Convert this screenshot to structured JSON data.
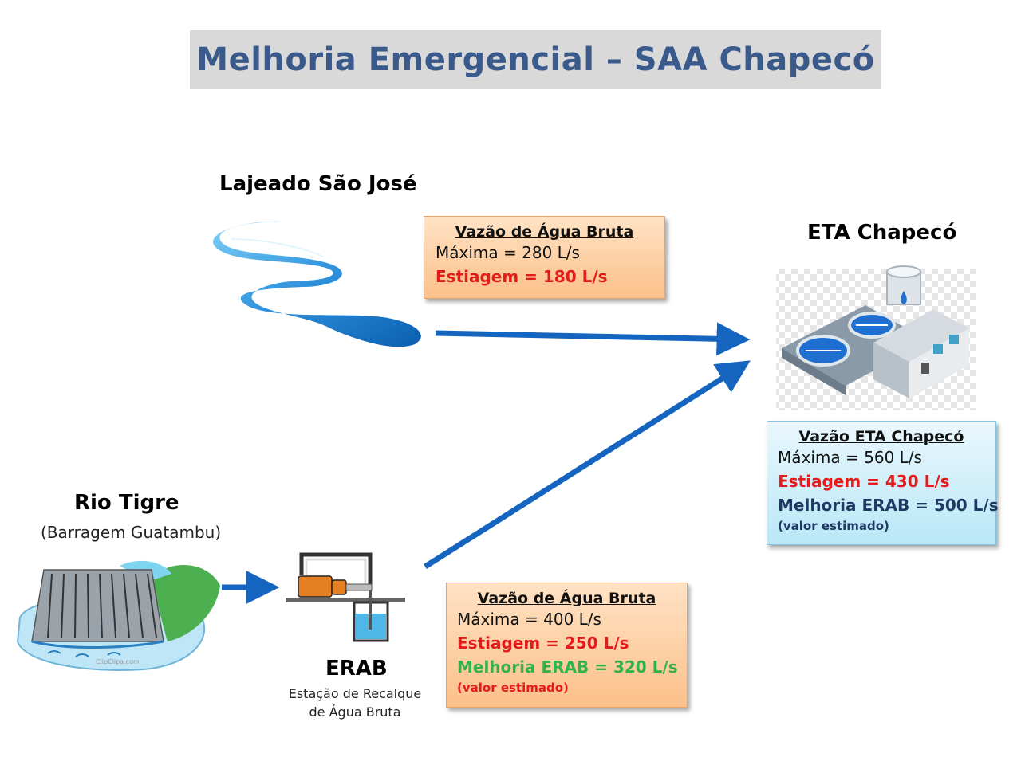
{
  "title": "Melhoria Emergencial – SAA Chapecó",
  "lajeado": {
    "name": "Lajeado São José"
  },
  "eta": {
    "name": "ETA Chapecó"
  },
  "rio": {
    "name": "Rio Tigre",
    "subtitle": "(Barragem Guatambu)"
  },
  "erab": {
    "name": "ERAB",
    "desc_line1": "Estação de Recalque",
    "desc_line2": "de Água Bruta"
  },
  "box_lajeado": {
    "title": "Vazão de Água Bruta",
    "maxima": "Máxima = 280 L/s",
    "estiagem": "Estiagem = 180 L/s"
  },
  "box_eta": {
    "title": "Vazão ETA Chapecó",
    "maxima": "Máxima = 560 L/s",
    "estiagem": "Estiagem = 430 L/s",
    "melhoria": "Melhoria ERAB =  500 L/s",
    "note": "(valor estimado)"
  },
  "box_rio": {
    "title": "Vazão de Água Bruta",
    "maxima": "Máxima = 400 L/s",
    "estiagem": "Estiagem = 250 L/s",
    "melhoria": "Melhoria ERAB = 320 L/s",
    "note": "(valor estimado)"
  },
  "dam_watermark": "ClipClipa.com",
  "colors": {
    "arrow": "#1565c0",
    "river": "#1e88d6",
    "title_text": "#3a5a8c",
    "red": "#e31b1b",
    "green": "#2fb34a",
    "navy": "#1f3864"
  }
}
